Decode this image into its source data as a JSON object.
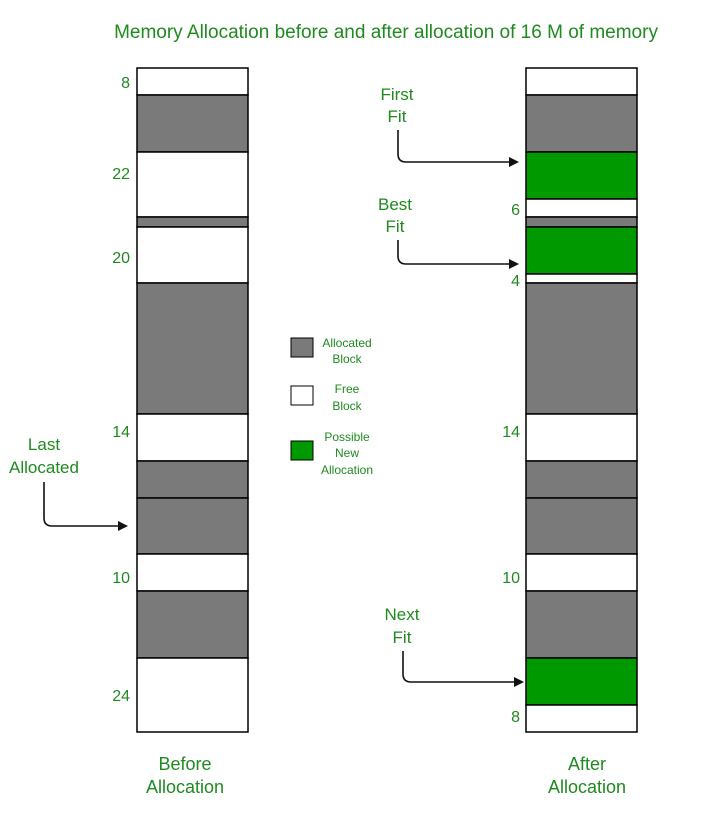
{
  "title": "Memory Allocation before and after allocation of 16 M of memory",
  "colors": {
    "allocated": "#7a7a7a",
    "free": "#ffffff",
    "new_allocation": "#009900",
    "label_green": "#1f8a1f",
    "border": "#000000"
  },
  "before": {
    "caption_line1": "Before",
    "caption_line2": "Allocation",
    "blocks": [
      {
        "type": "free",
        "size_label": "8"
      },
      {
        "type": "allocated",
        "size_label": ""
      },
      {
        "type": "free",
        "size_label": "22"
      },
      {
        "type": "allocated",
        "size_label": ""
      },
      {
        "type": "free",
        "size_label": "20"
      },
      {
        "type": "allocated",
        "size_label": ""
      },
      {
        "type": "free",
        "size_label": "14"
      },
      {
        "type": "allocated",
        "size_label": ""
      },
      {
        "type": "allocated",
        "size_label": ""
      },
      {
        "type": "free",
        "size_label": "10"
      },
      {
        "type": "allocated",
        "size_label": ""
      },
      {
        "type": "free",
        "size_label": "24"
      }
    ],
    "pointer_line1": "Last",
    "pointer_line2": "Allocated"
  },
  "after": {
    "caption_line1": "After",
    "caption_line2": "Allocation",
    "blocks": [
      {
        "type": "free",
        "size_label": ""
      },
      {
        "type": "allocated",
        "size_label": ""
      },
      {
        "type": "new",
        "size_label": ""
      },
      {
        "type": "free",
        "size_label": "6"
      },
      {
        "type": "allocated",
        "size_label": ""
      },
      {
        "type": "new",
        "size_label": ""
      },
      {
        "type": "free",
        "size_label": "4"
      },
      {
        "type": "allocated",
        "size_label": ""
      },
      {
        "type": "free",
        "size_label": "14"
      },
      {
        "type": "allocated",
        "size_label": ""
      },
      {
        "type": "allocated",
        "size_label": ""
      },
      {
        "type": "free",
        "size_label": "10"
      },
      {
        "type": "allocated",
        "size_label": ""
      },
      {
        "type": "new",
        "size_label": ""
      },
      {
        "type": "free",
        "size_label": "8"
      }
    ],
    "pointers": {
      "first_fit": [
        "First",
        "Fit"
      ],
      "best_fit": [
        "Best",
        "Fit"
      ],
      "next_fit": [
        "Next",
        "Fit"
      ]
    }
  },
  "legend": {
    "allocated": [
      "Allocated",
      "Block"
    ],
    "free": [
      "Free",
      "Block"
    ],
    "new": [
      "Possible",
      "New",
      "Allocation"
    ]
  }
}
